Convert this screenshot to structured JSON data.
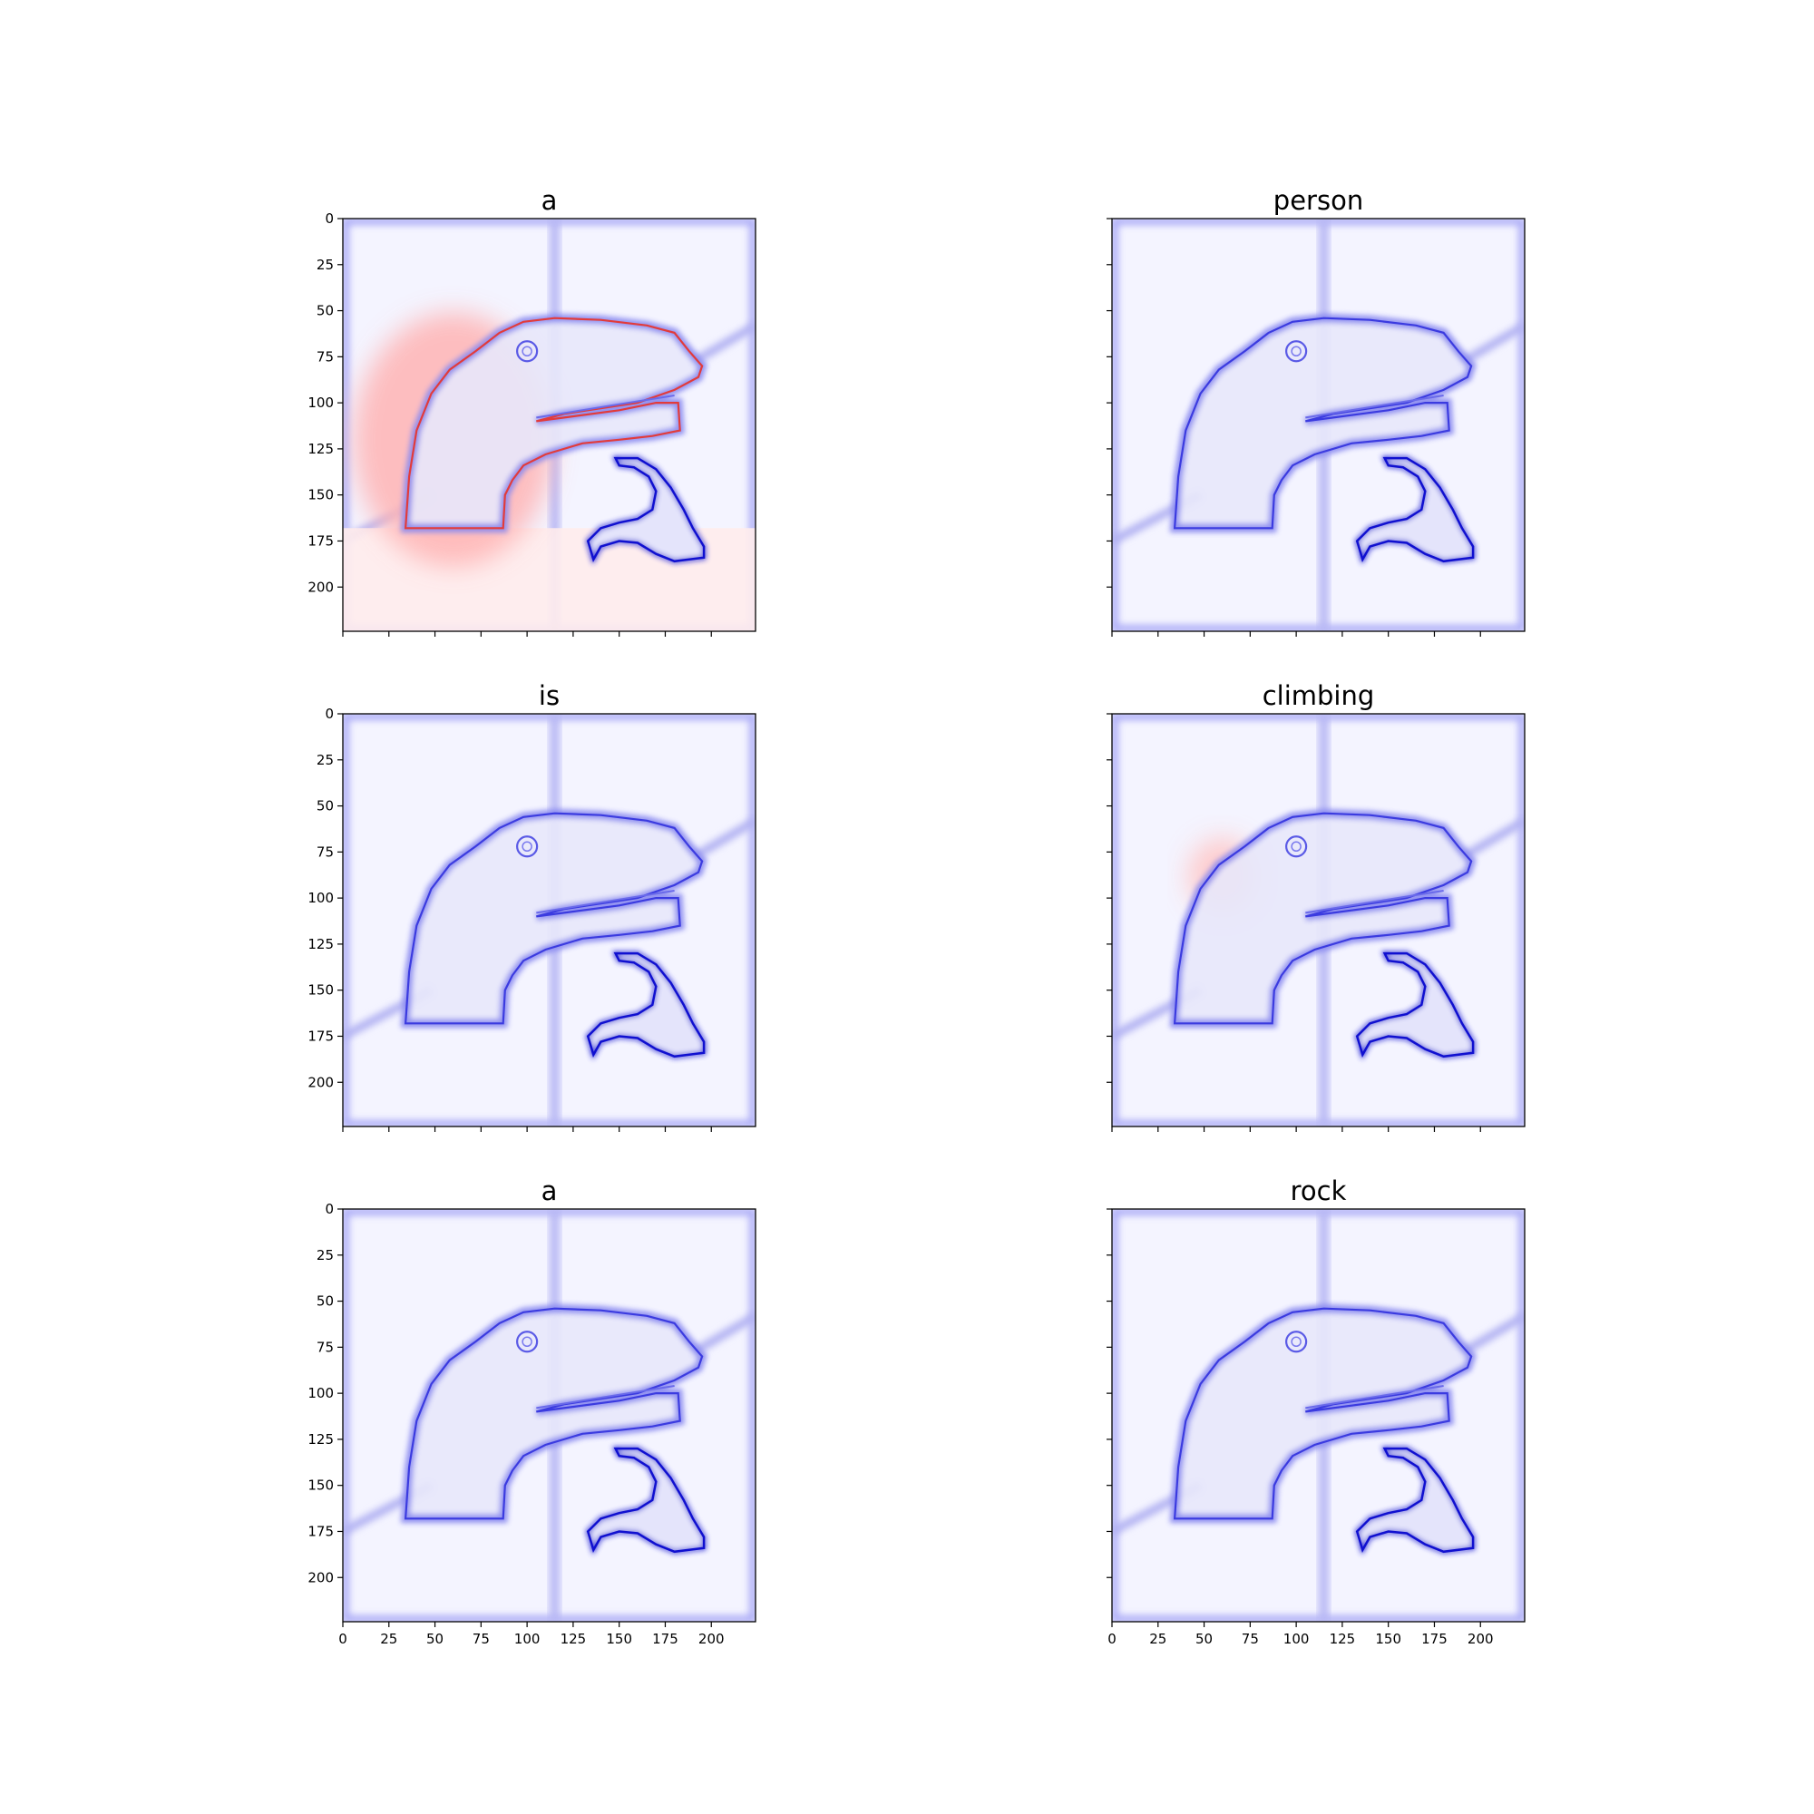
{
  "chart_data": {
    "type": "heatmap",
    "description_source": "grid of per-token attention heatmaps over the same image",
    "colormap": [
      "#0000ff",
      "#ffffff",
      "#ff0000"
    ],
    "xlim": [
      0,
      224
    ],
    "ylim": [
      224,
      0
    ],
    "xticks": [
      0,
      25,
      50,
      75,
      100,
      125,
      150,
      175,
      200
    ],
    "yticks": [
      0,
      25,
      50,
      75,
      100,
      125,
      150,
      175,
      200
    ],
    "grid": false,
    "panels": [
      {
        "title": "a",
        "red_highlight": 1.0
      },
      {
        "title": "person",
        "red_highlight": 0.0
      },
      {
        "title": "is",
        "red_highlight": 0.0
      },
      {
        "title": "climbing",
        "red_highlight": 0.3
      },
      {
        "title": "a",
        "red_highlight": 0.0
      },
      {
        "title": "rock",
        "red_highlight": 0.0
      }
    ]
  }
}
